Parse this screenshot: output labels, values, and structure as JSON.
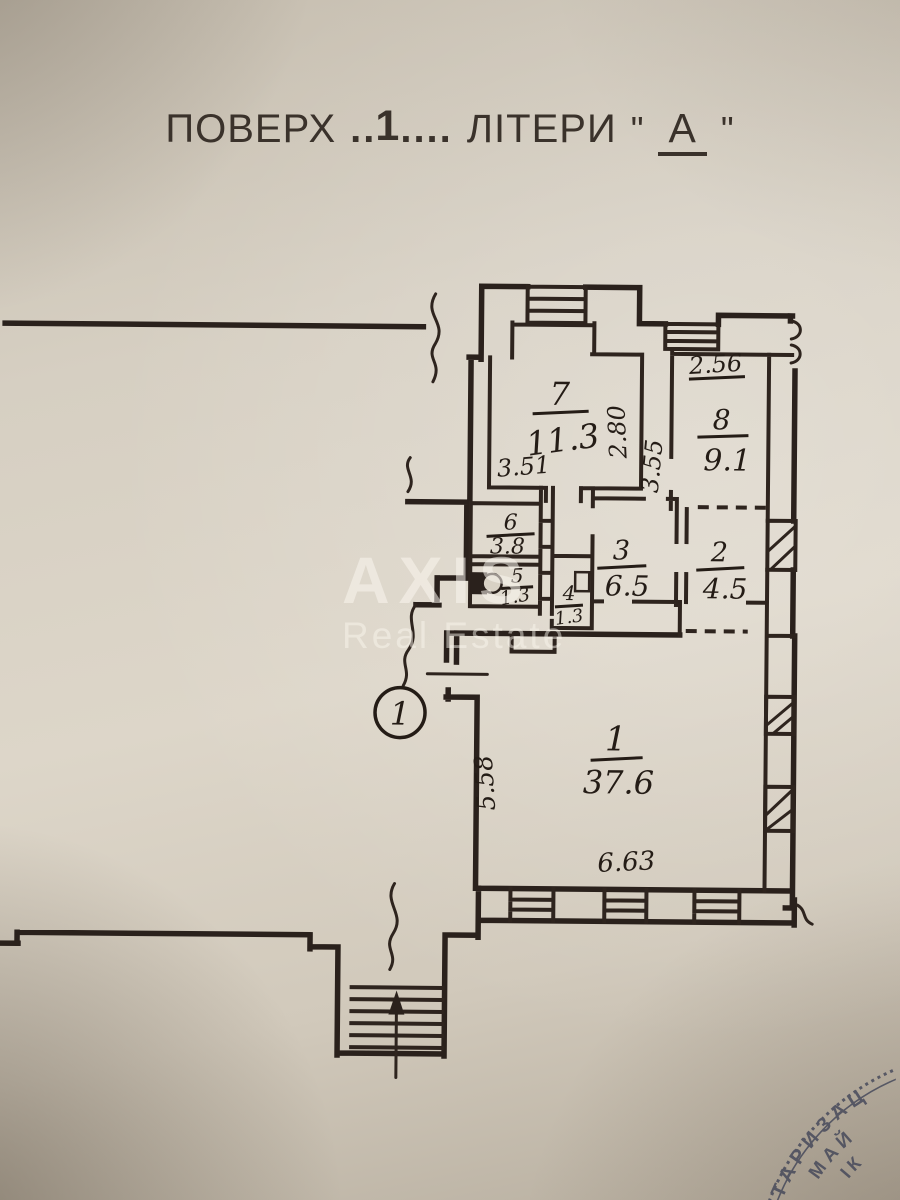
{
  "title": {
    "word_floor": "ПОВЕРХ",
    "dots_before": "..",
    "floor_number": "1",
    "dots_after": "....",
    "word_letter": "ЛІТЕРИ",
    "quote_open": "\"",
    "letter": "А",
    "quote_close": "\""
  },
  "rooms": {
    "r1": {
      "number": "1",
      "area": "37.6"
    },
    "r2": {
      "number": "2",
      "area": "4.5"
    },
    "r3": {
      "number": "3",
      "area": "6.5"
    },
    "r4": {
      "number": "4",
      "area": "1.3"
    },
    "r5": {
      "number": "5",
      "area": "1.3"
    },
    "r6": {
      "number": "6",
      "area": "3.8"
    },
    "r7": {
      "number": "7",
      "area": "11.3"
    },
    "r8": {
      "number": "8",
      "area": "9.1"
    }
  },
  "dimensions": {
    "room7_width": "3.51",
    "room7_height": "2.80",
    "room8_width": "2.56",
    "room8_height": "3.55",
    "room1_height": "5.58",
    "room1_width": "6.63"
  },
  "entrance_marker": "1",
  "watermark": {
    "brand": "AXIS",
    "tagline": "Real Estate"
  },
  "stamp": {
    "ring": "ТАРИЗАЦ",
    "middle": "МАЙ",
    "inner": "ІК"
  },
  "ink_color": "#2a211c",
  "paper_color": "#d6cfc2"
}
